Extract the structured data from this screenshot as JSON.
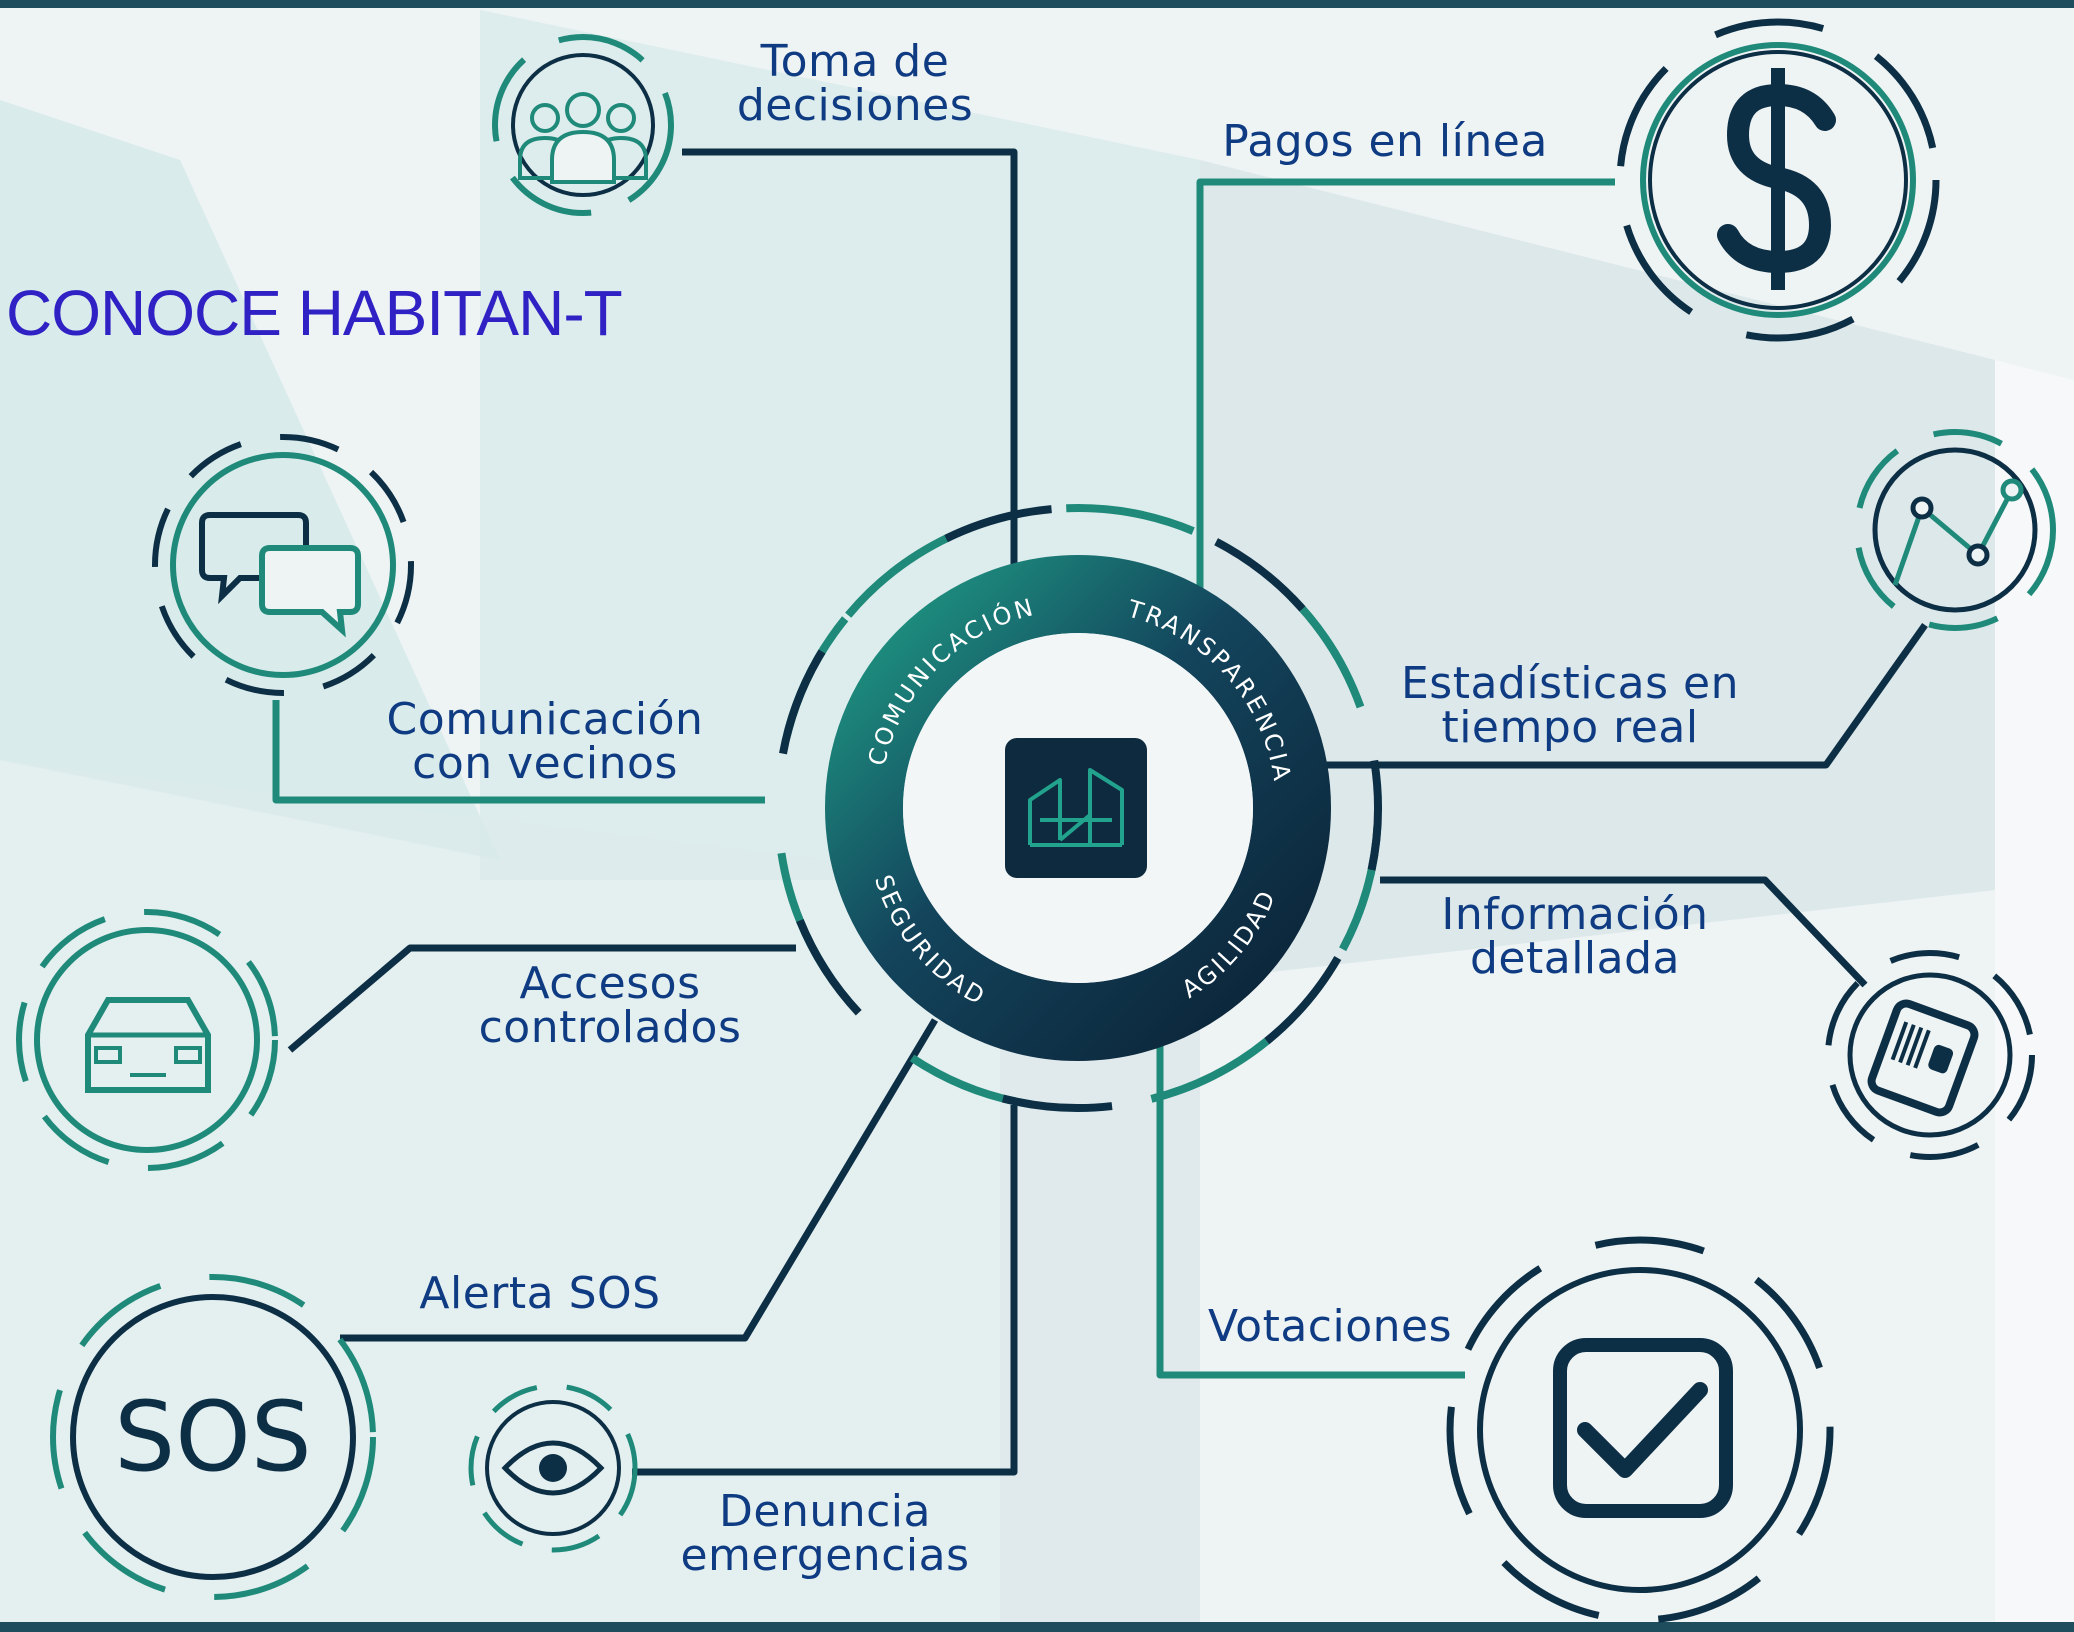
{
  "title": "CONOCE HABITAN-T",
  "ring_words": {
    "top_left": "COMUNICACIÓN",
    "top_right": "TRANSPARENCIA",
    "bottom_left": "SEGURIDAD",
    "bottom_right": "AGILIDAD"
  },
  "features": {
    "toma_decisiones": {
      "line1": "Toma de",
      "line2": "decisiones",
      "icon": "people-group-icon"
    },
    "pagos": {
      "line1": "Pagos en línea",
      "icon": "dollar-icon"
    },
    "comunicacion": {
      "line1": "Comunicación",
      "line2": "con vecinos",
      "icon": "chat-bubbles-icon"
    },
    "estadisticas": {
      "line1": "Estadísticas en",
      "line2": "tiempo real",
      "icon": "line-chart-icon"
    },
    "accesos": {
      "line1": "Accesos",
      "line2": "controlados",
      "icon": "car-icon"
    },
    "informacion": {
      "line1": "Información",
      "line2": "detallada",
      "icon": "document-icon"
    },
    "alerta": {
      "line1": "Alerta SOS",
      "icon": "sos-icon",
      "icon_text": "SOS"
    },
    "denuncia": {
      "line1": "Denuncia",
      "line2": "emergencias",
      "icon": "eye-icon"
    },
    "votaciones": {
      "line1": "Votaciones",
      "icon": "checkbox-icon"
    }
  },
  "colors": {
    "navy": "#0d2f45",
    "teal": "#1f8a7a",
    "label": "#0e3b82",
    "title": "#2f21c4"
  }
}
